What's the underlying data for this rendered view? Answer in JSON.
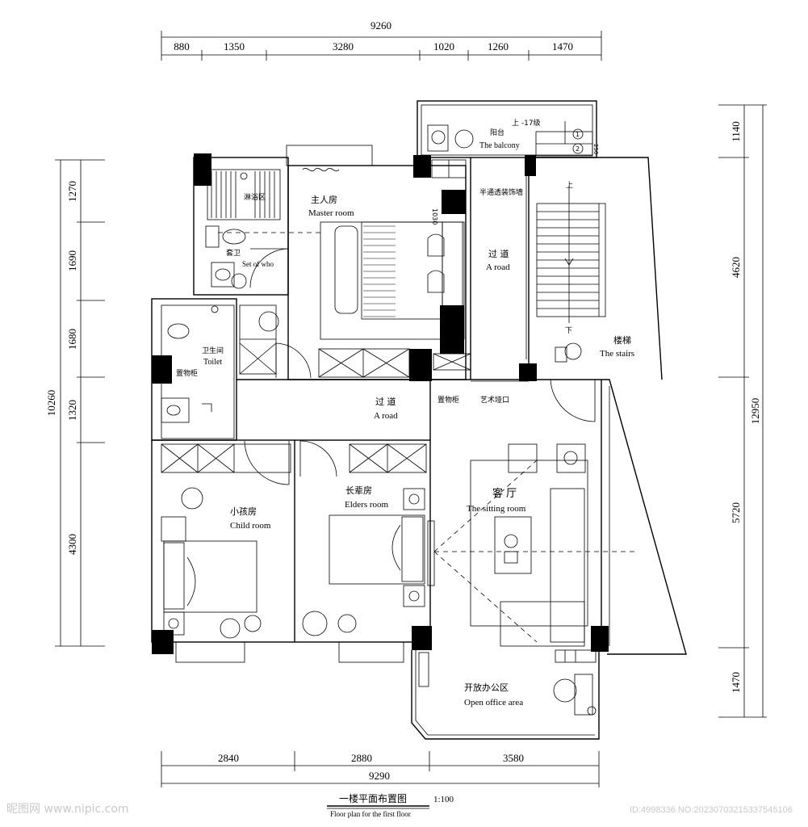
{
  "dimensions": {
    "top_total": "9260",
    "top_segments": [
      "880",
      "1350",
      "3280",
      "1020",
      "1260",
      "1470"
    ],
    "bottom_segments": [
      "2840",
      "2880",
      "3580"
    ],
    "bottom_total": "9290",
    "left_total": "10260",
    "left_segments": [
      "1270",
      "1690",
      "1680",
      "1320",
      "4300"
    ],
    "right_total": "12950",
    "right_segments": [
      "1140",
      "4620",
      "5720",
      "1470"
    ]
  },
  "rooms": {
    "master": {
      "zh": "主人房",
      "en": "Master room"
    },
    "bath_area": {
      "zh": "淋浴区"
    },
    "ensuite": {
      "zh": "套卫",
      "en": "Set of who"
    },
    "toilet": {
      "zh": "卫生间",
      "en": "Toilet"
    },
    "storage_left": {
      "zh": "置物柜"
    },
    "balcony": {
      "zh": "阳台",
      "en": "The balcony"
    },
    "corridor_right": {
      "zh": "过 道",
      "en": "A road"
    },
    "corridor_main": {
      "zh": "过 道",
      "en": "A road"
    },
    "stairs": {
      "zh": "楼梯",
      "en": "The stairs"
    },
    "child": {
      "zh": "小孩房",
      "en": "Child room"
    },
    "elders": {
      "zh": "长辈房",
      "en": "Elders room"
    },
    "sitting": {
      "zh": "客 厅",
      "en": "The sitting room"
    },
    "office": {
      "zh": "开放办公区",
      "en": "Open office area"
    }
  },
  "annotations": {
    "semi_wall": "半通透装饰墙",
    "storage_mid": "置物柜",
    "art_opening": "艺术垭口",
    "stair_up_17": "上 -17级",
    "up": "上",
    "down": "下",
    "dim_1030": "1030",
    "step1": "1",
    "step2": "2",
    "step_dim": "250"
  },
  "title": {
    "main": "一楼平面布置图",
    "scale": "1:100",
    "sub": "Floor plan for the first floor"
  },
  "watermark": {
    "left": "昵图网 www.nipic.com",
    "right": "ID:4998336 NO:20230703215337545106"
  }
}
